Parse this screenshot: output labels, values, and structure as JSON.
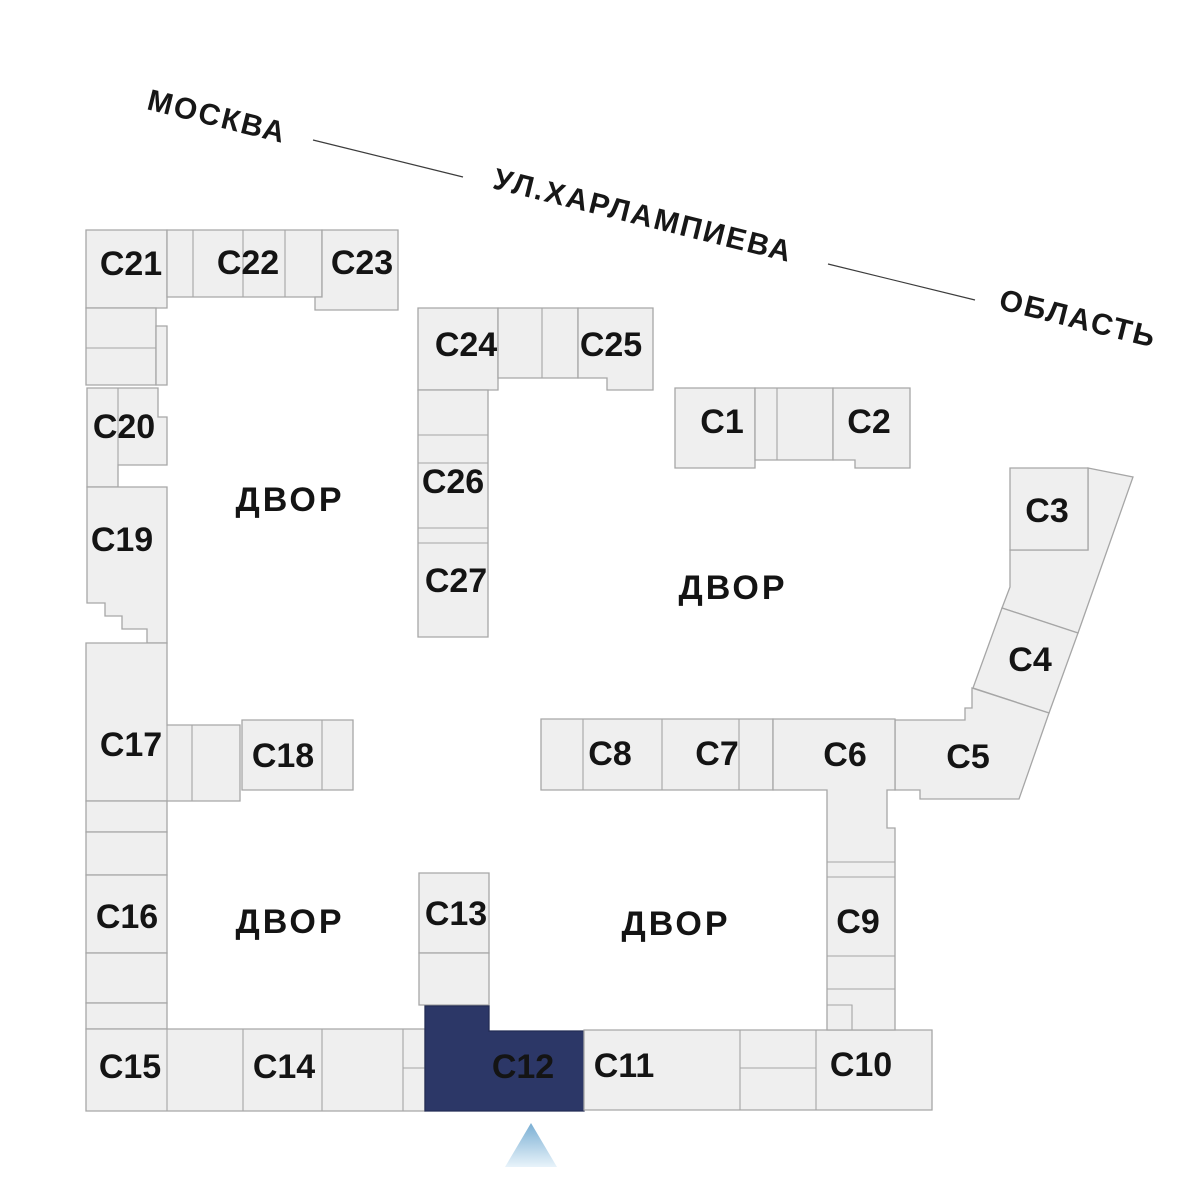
{
  "map": {
    "title": "site-plan",
    "street_labels": [
      {
        "id": "moskva",
        "label": "МОСКВА"
      },
      {
        "id": "street",
        "label": "УЛ.ХАРЛАМПИЕВА"
      },
      {
        "id": "oblast",
        "label": "ОБЛАСТЬ"
      }
    ],
    "courtyards": [
      {
        "label": "ДВОР"
      },
      {
        "label": "ДВОР"
      },
      {
        "label": "ДВОР"
      },
      {
        "label": "ДВОР"
      }
    ],
    "selected_building": "C12",
    "buildings": [
      {
        "id": "C1",
        "label": "C1",
        "selected": false
      },
      {
        "id": "C2",
        "label": "C2",
        "selected": false
      },
      {
        "id": "C3",
        "label": "C3",
        "selected": false
      },
      {
        "id": "C4",
        "label": "C4",
        "selected": false
      },
      {
        "id": "C5",
        "label": "C5",
        "selected": false
      },
      {
        "id": "C6",
        "label": "C6",
        "selected": false
      },
      {
        "id": "C7",
        "label": "C7",
        "selected": false
      },
      {
        "id": "C8",
        "label": "C8",
        "selected": false
      },
      {
        "id": "C9",
        "label": "C9",
        "selected": false
      },
      {
        "id": "C10",
        "label": "C10",
        "selected": false
      },
      {
        "id": "C11",
        "label": "C11",
        "selected": false
      },
      {
        "id": "C12",
        "label": "C12",
        "selected": true
      },
      {
        "id": "C13",
        "label": "C13",
        "selected": false
      },
      {
        "id": "C14",
        "label": "C14",
        "selected": false
      },
      {
        "id": "C15",
        "label": "C15",
        "selected": false
      },
      {
        "id": "C16",
        "label": "C16",
        "selected": false
      },
      {
        "id": "C17",
        "label": "C17",
        "selected": false
      },
      {
        "id": "C18",
        "label": "C18",
        "selected": false
      },
      {
        "id": "C19",
        "label": "C19",
        "selected": false
      },
      {
        "id": "C20",
        "label": "C20",
        "selected": false
      },
      {
        "id": "C21",
        "label": "C21",
        "selected": false
      },
      {
        "id": "C22",
        "label": "C22",
        "selected": false
      },
      {
        "id": "C23",
        "label": "C23",
        "selected": false
      },
      {
        "id": "C24",
        "label": "C24",
        "selected": false
      },
      {
        "id": "C25",
        "label": "C25",
        "selected": false
      },
      {
        "id": "C26",
        "label": "C26",
        "selected": false
      },
      {
        "id": "C27",
        "label": "C27",
        "selected": false
      }
    ],
    "colors": {
      "background": "#ffffff",
      "building_fill": "#efefef",
      "building_stroke": "#a6a6a6",
      "selected_fill": "#2c3767",
      "selected_text": "#ffffff",
      "label_color": "#141414",
      "marker_gradient_top": "#79aed3",
      "marker_gradient_bottom": "#e8f3fa"
    }
  }
}
